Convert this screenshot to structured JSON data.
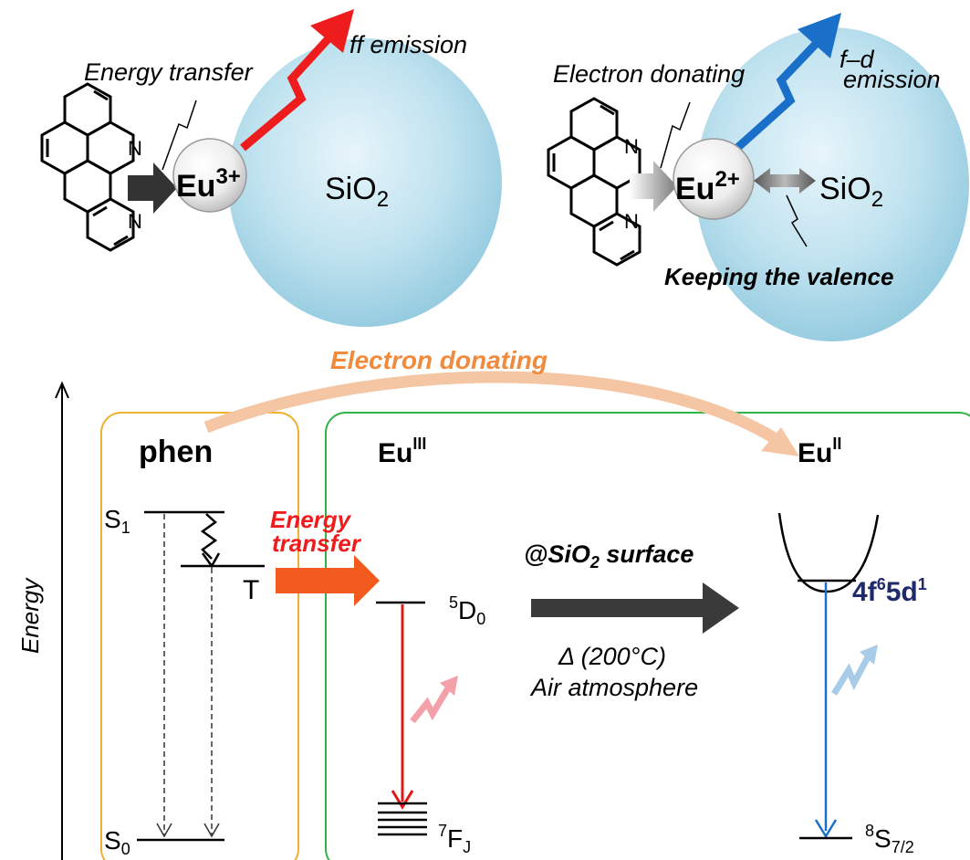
{
  "top_left": {
    "energy_transfer": "Energy transfer",
    "ff_emission": "ff emission",
    "ion": "Eu",
    "ion_charge": "3+",
    "support": "SiO",
    "support_sub": "2",
    "ligand_n_top": "N",
    "ligand_n_bottom": "N"
  },
  "top_right": {
    "electron_donating": "Electron donating",
    "fd_emission_line1": "f–d",
    "fd_emission_line2": "emission",
    "ion": "Eu",
    "ion_charge": "2+",
    "support": "SiO",
    "support_sub": "2",
    "keeping_valence": "Keeping the valence",
    "ligand_n_top": "N",
    "ligand_n_bottom": "N"
  },
  "bottom": {
    "energy_axis": "Energy",
    "electron_donating": "Electron donating",
    "phen_title": "phen",
    "eu3_title": "Eu",
    "eu3_sup": "III",
    "eu2_title": "Eu",
    "eu2_sup": "II",
    "s1": "S",
    "s1_sub": "1",
    "t": "T",
    "s0": "S",
    "s0_sub": "0",
    "energy_transfer_line1": "Energy",
    "energy_transfer_line2": "transfer",
    "d0_sup": "5",
    "d0": "D",
    "d0_sub": "0",
    "fj_sup": "7",
    "fj": "F",
    "fj_sub": "J",
    "surface_prefix": "@SiO",
    "surface_sub": "2",
    "surface_suffix": " surface",
    "condition_line1": "Δ (200°C)",
    "condition_line2": "Air atmosphere",
    "fd_level_a": "4f",
    "fd_level_a_sup": "6",
    "fd_level_b": "5d",
    "fd_level_b_sup": "1",
    "s72_sup": "8",
    "s72": "S",
    "s72_sub": "7/2"
  },
  "colors": {
    "red": "#ee1c1c",
    "blue": "#1a70c8",
    "orange_text": "#f08a3c",
    "orange_arc": "#f5c6a4",
    "phen_box": "#f0b030",
    "eu_box": "#33b24a",
    "gray_arrow": "#3a3a3a",
    "navy": "#1f2a6b"
  }
}
